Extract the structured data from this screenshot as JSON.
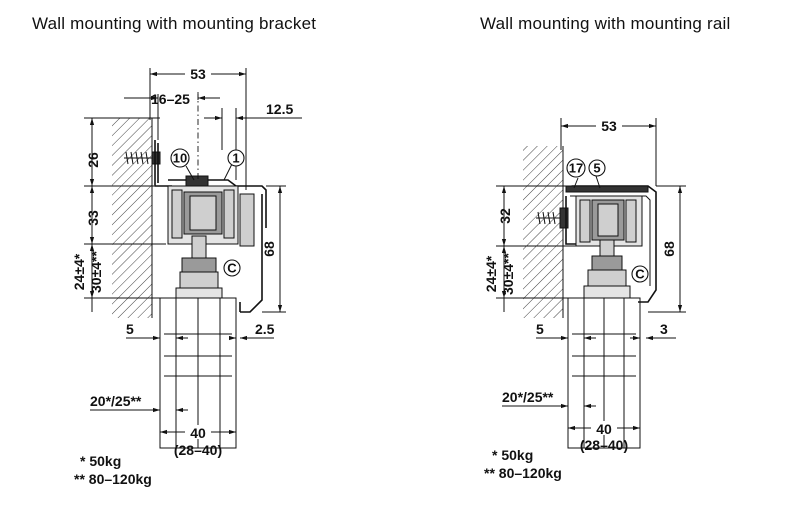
{
  "left": {
    "title": "Wall mounting with mounting bracket",
    "dims": {
      "d53": "53",
      "d16_25": "16–25",
      "d12_5": "12.5",
      "d26": "26",
      "d33": "33",
      "d68": "68",
      "d24": "24±4*",
      "d30": "30±4**",
      "d5": "5",
      "d2_5": "2.5",
      "d20_25": "20*/25**",
      "d40": "40",
      "d28_40": "(28–40)"
    },
    "callouts": {
      "c10": "10",
      "c1": "1",
      "cC": "C"
    },
    "notes": {
      "n1": "* 50kg",
      "n2": "** 80–120kg"
    }
  },
  "right": {
    "title": "Wall mounting with mounting rail",
    "dims": {
      "d53": "53",
      "d32": "32",
      "d68": "68",
      "d24": "24±4*",
      "d30": "30±4**",
      "d5": "5",
      "d3": "3",
      "d20_25": "20*/25**",
      "d40": "40",
      "d28_40": "(28–40)"
    },
    "callouts": {
      "c17": "17",
      "c5": "5",
      "cC": "C"
    },
    "notes": {
      "n1": "* 50kg",
      "n2": "** 80–120kg"
    }
  }
}
